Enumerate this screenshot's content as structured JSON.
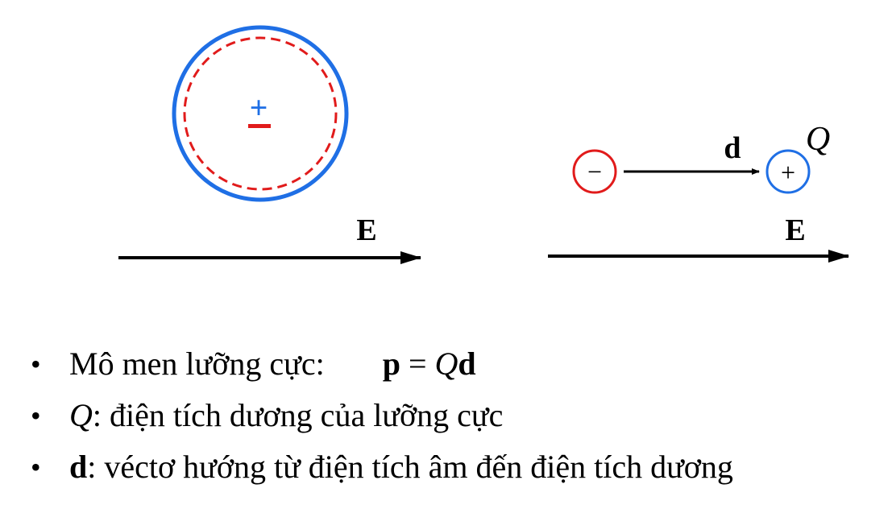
{
  "colors": {
    "outer_circle": "#1f6fe5",
    "inner_circle": "#e11b1b",
    "positive_sign": "#1f6fe5",
    "negative_sign": "#e11b1b",
    "field_arrow": "#000000"
  },
  "left_panel": {
    "plus_sign": "+",
    "field_label": "E"
  },
  "right_panel": {
    "negative_charge_symbol": "−",
    "positive_charge_symbol": "+",
    "d_label": "d",
    "q_label": "Q",
    "field_label": "E"
  },
  "bullets": [
    {
      "label": "Mô men lưỡng cực:",
      "formula_p": "p",
      "formula_eq": " = ",
      "formula_q": "Q",
      "formula_d": "d"
    },
    {
      "symbol": "Q",
      "text": ": điện tích dương của lưỡng cực"
    },
    {
      "symbol": "d",
      "text": ": véctơ hướng từ điện tích âm đến điện tích dương"
    }
  ],
  "bullet_char": "•"
}
